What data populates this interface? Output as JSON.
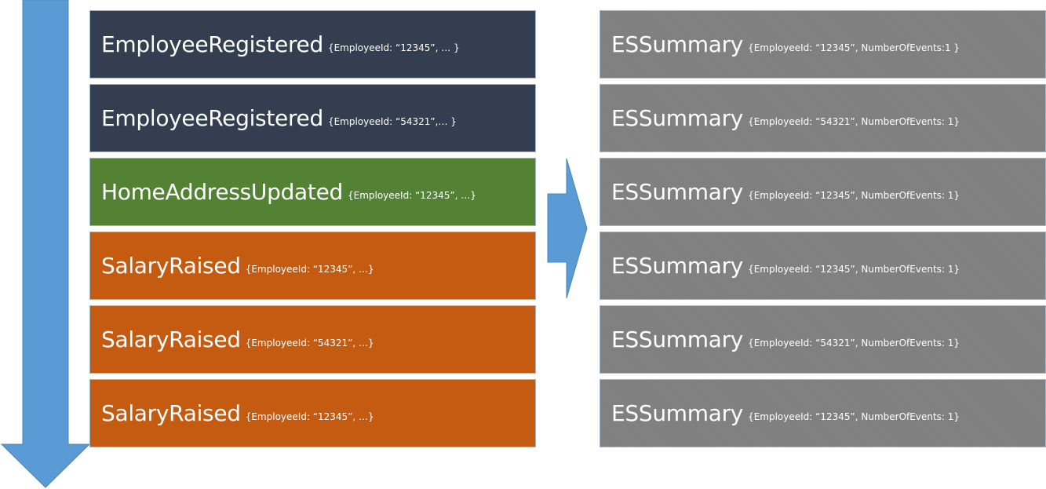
{
  "colors": {
    "arrow_fill": "#5b9bd5",
    "arrow_stroke": "#4a84b8",
    "event_registered": "#333f50",
    "event_address": "#548235",
    "event_salary": "#c55a11",
    "summary": "#7f7f7f"
  },
  "events": [
    {
      "name": "EmployeeRegistered",
      "props": "{EmployeeId: “12345”, … }",
      "kind": "dark"
    },
    {
      "name": "EmployeeRegistered",
      "props": "{EmployeeId: “54321”,… }",
      "kind": "dark"
    },
    {
      "name": "HomeAddressUpdated",
      "props": "{EmployeeId: “12345”,  …}",
      "kind": "green"
    },
    {
      "name": "SalaryRaised",
      "props": "{EmployeeId: “12345”, …}",
      "kind": "orange"
    },
    {
      "name": "SalaryRaised",
      "props": "{EmployeeId: “54321”,  …}",
      "kind": "orange"
    },
    {
      "name": "SalaryRaised",
      "props": "{EmployeeId: “12345”,  …}",
      "kind": "orange"
    }
  ],
  "summaries": [
    {
      "name": "ESSummary",
      "props": "{EmployeeId: “12345”, NumberOfEvents:1 }"
    },
    {
      "name": "ESSummary",
      "props": "{EmployeeId: “54321”, NumberOfEvents: 1}"
    },
    {
      "name": "ESSummary",
      "props": "{EmployeeId: “12345”, NumberOfEvents: 1}"
    },
    {
      "name": "ESSummary",
      "props": "{EmployeeId: “12345”, NumberOfEvents: 1}"
    },
    {
      "name": "ESSummary",
      "props": "{EmployeeId: “54321”, NumberOfEvents: 1}"
    },
    {
      "name": "ESSummary",
      "props": "{EmployeeId: “12345”,  NumberOfEvents: 1}"
    }
  ]
}
